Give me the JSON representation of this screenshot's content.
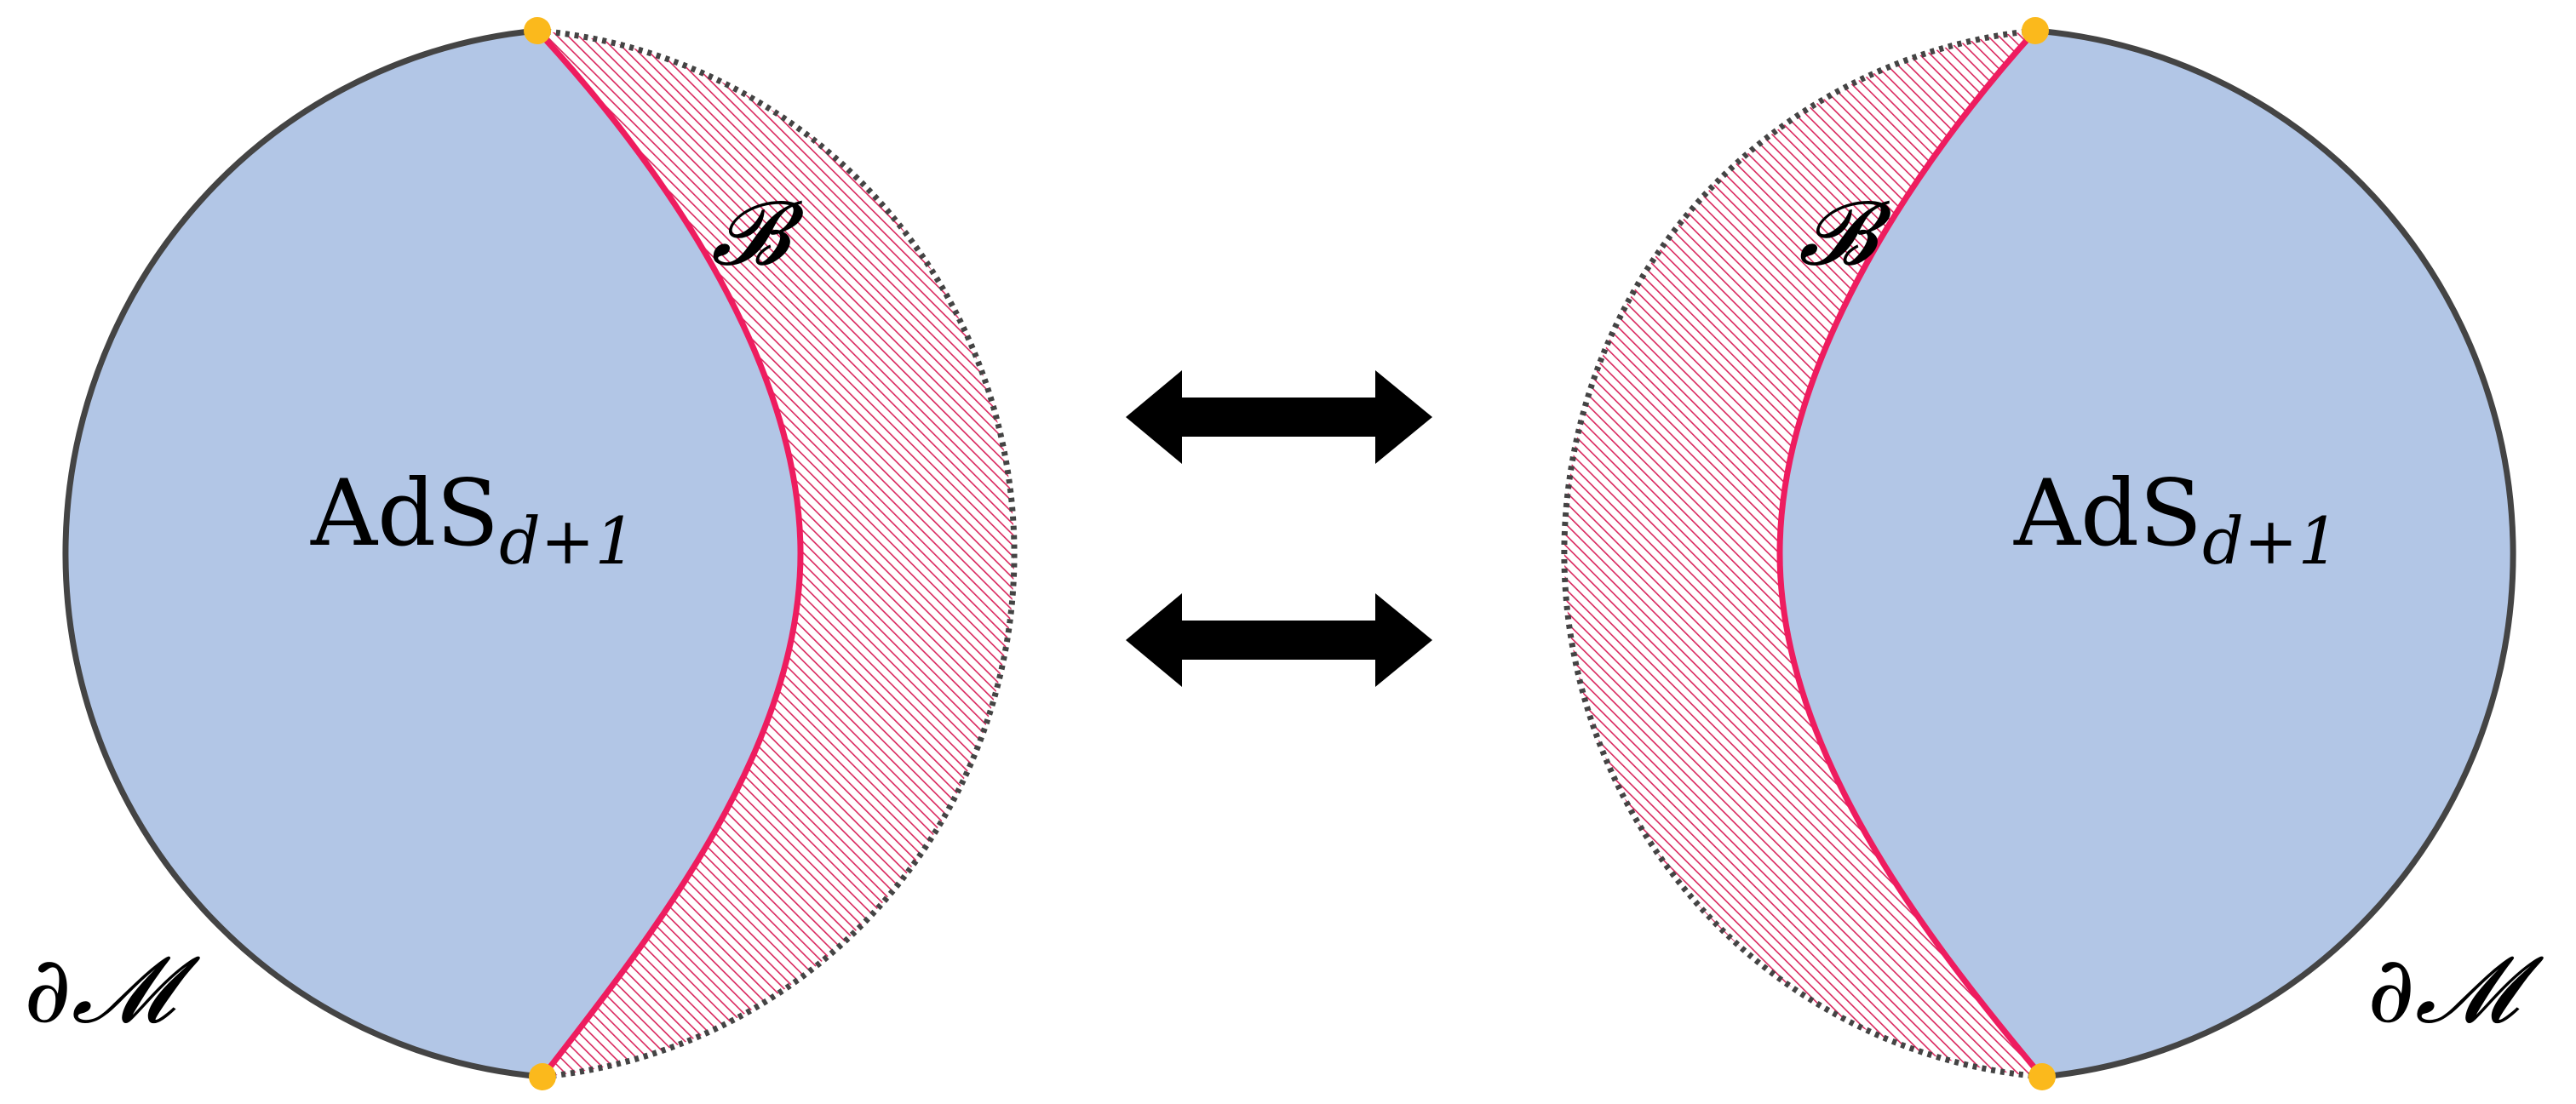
{
  "colors": {
    "bulk_fill": "#b2c6e6",
    "boundary_stroke": "#444444",
    "brane_stroke": "#ee1c5f",
    "hatch_stroke": "#d9285e",
    "endpoint_fill": "#fbb91c",
    "arrow_fill": "#000000"
  },
  "left_panel": {
    "bulk_label": {
      "base": "AdS",
      "subscript": "d+1"
    },
    "brane_label": "𝓑",
    "boundary_label": {
      "partial": "∂",
      "symbol": "𝓜"
    }
  },
  "right_panel": {
    "bulk_label": {
      "base": "AdS",
      "subscript": "d+1"
    },
    "brane_label": "𝓑",
    "boundary_label": {
      "partial": "∂",
      "symbol": "𝓜"
    }
  },
  "arrows": [
    {
      "type": "double-headed"
    },
    {
      "type": "double-headed"
    }
  ]
}
